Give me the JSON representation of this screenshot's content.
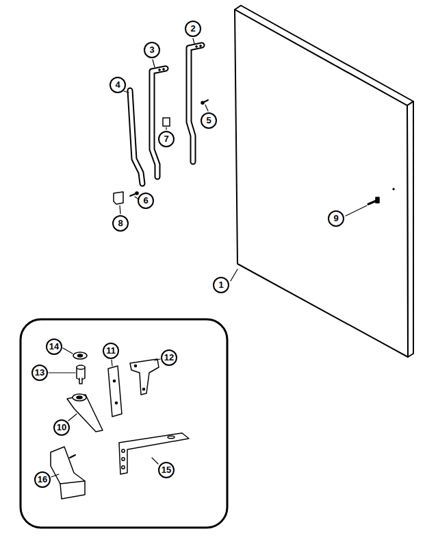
{
  "diagram": {
    "labels": [
      "2",
      "3",
      "4",
      "7",
      "5",
      "6",
      "8",
      "9",
      "1",
      "14",
      "11",
      "12",
      "13",
      "10",
      "16",
      "15"
    ]
  }
}
